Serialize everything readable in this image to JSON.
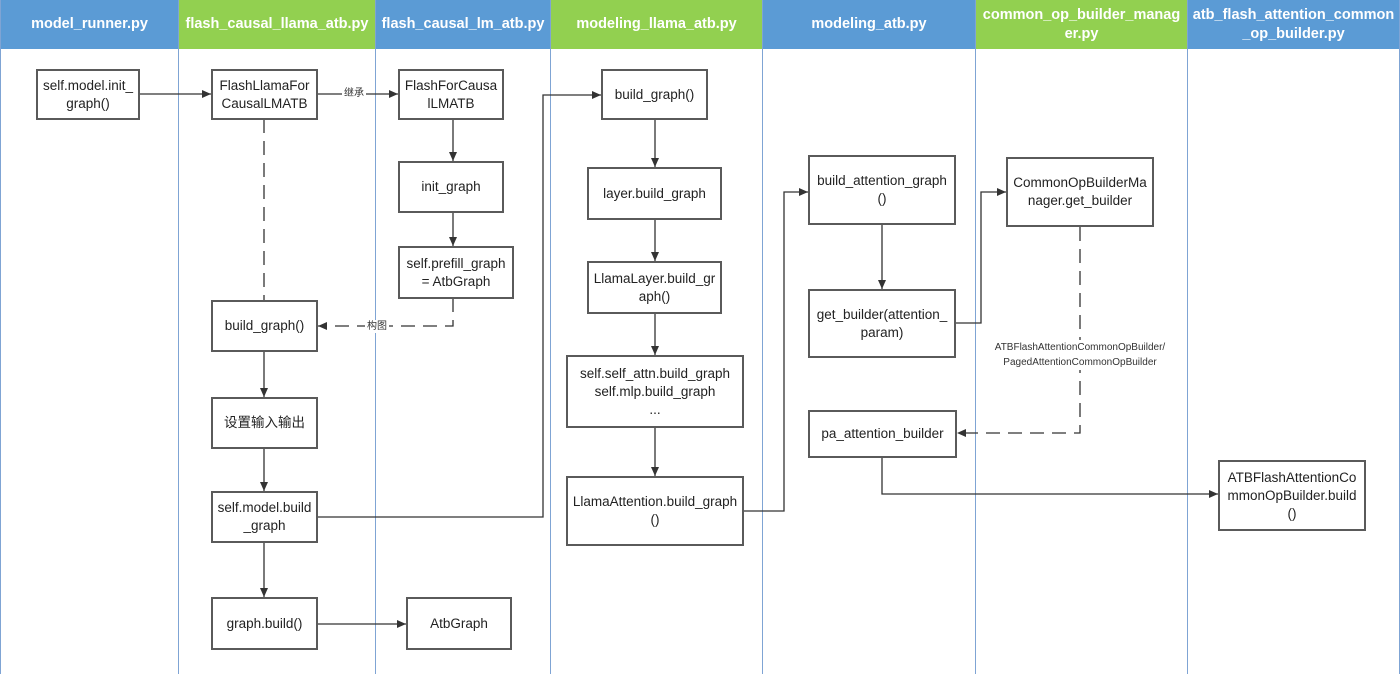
{
  "lanes": [
    {
      "title": "model_runner.py",
      "color": "#5b9bd5"
    },
    {
      "title": "flash_causal_llama_atb.py",
      "color": "#92d050"
    },
    {
      "title": "flash_causal_lm_atb.py",
      "color": "#5b9bd5"
    },
    {
      "title": "modeling_llama_atb.py",
      "color": "#92d050"
    },
    {
      "title": "modeling_atb.py",
      "color": "#5b9bd5"
    },
    {
      "title": "common_op_builder_manager.py",
      "color": "#92d050"
    },
    {
      "title": "atb_flash_attention_common_op_builder.py",
      "color": "#5b9bd5"
    }
  ],
  "nodes": {
    "init_graph_call": "self.model.init_graph()",
    "flash_llama": "FlashLlamaForCausalLMATB",
    "flash_causal": "FlashForCausalLMATB",
    "init_graph": "init_graph",
    "prefill_graph": "self.prefill_graph = AtbGraph",
    "build_graph_llama": "build_graph()",
    "set_io": "设置输入输出",
    "model_build_graph": "self.model.build_graph",
    "graph_build": "graph.build()",
    "atb_graph": "AtbGraph",
    "build_graph_modeling": "build_graph()",
    "layer_build_graph": "layer.build_graph",
    "llama_layer_build": "LlamaLayer.build_graph()",
    "self_attn_mlp": [
      "self.self_attn.build_graph",
      "self.mlp.build_graph",
      "..."
    ],
    "llama_attention_build": "LlamaAttention.build_graph()",
    "build_attention_graph": "build_attention_graph()",
    "get_builder": "get_builder(attention_param)",
    "pa_attention_builder": "pa_attention_builder",
    "common_op_builder_manager": "CommonOpBuilderManager.get_builder",
    "atb_flash_build": "ATBFlashAttentionCommonOpBuilder.build()"
  },
  "edge_labels": {
    "inherit": "继承",
    "compose": "构图",
    "builder_types": [
      "ATBFlashAttentionCommonOpBuilder/",
      "PagedAttentionCommonOpBuilder"
    ]
  },
  "colors": {
    "lane_blue": "#5b9bd5",
    "lane_green": "#92d050",
    "box_border": "#5a5a5a",
    "lane_border": "#7fa4d4",
    "line": "#333333"
  }
}
